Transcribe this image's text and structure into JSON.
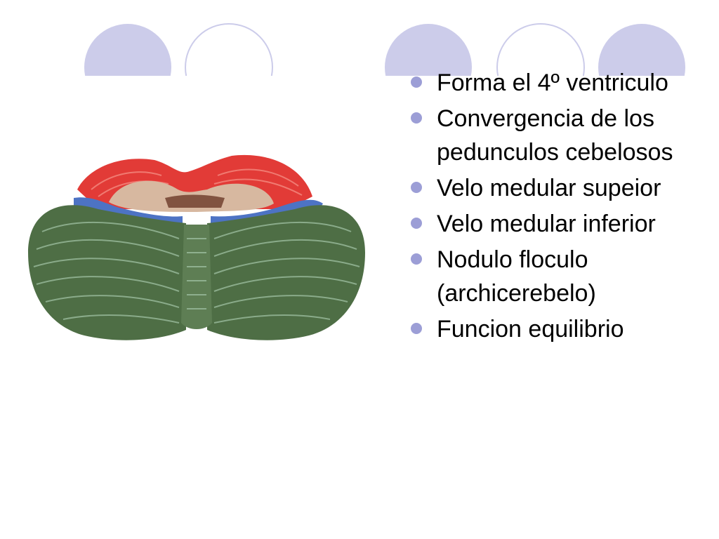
{
  "theme": {
    "circle_fill": "#ccccea",
    "circle_stroke": "#ccccea",
    "bullet_color": "#9c9ed6"
  },
  "illustration": {
    "icon": "cerebellum-anatomy-illustration",
    "colors": {
      "peduncles": "#e23b37",
      "velum": "#4d73c4",
      "vermis_and_hemispheres": "#4e6e45",
      "floor": "#d7b8a0"
    }
  },
  "bullets": [
    "Forma el 4º ventriculo",
    "Convergencia de los pedunculos cebelosos",
    "Velo medular supeior",
    "Velo medular inferior",
    "Nodulo floculo (archicerebelo)",
    "Funcion equilibrio"
  ]
}
